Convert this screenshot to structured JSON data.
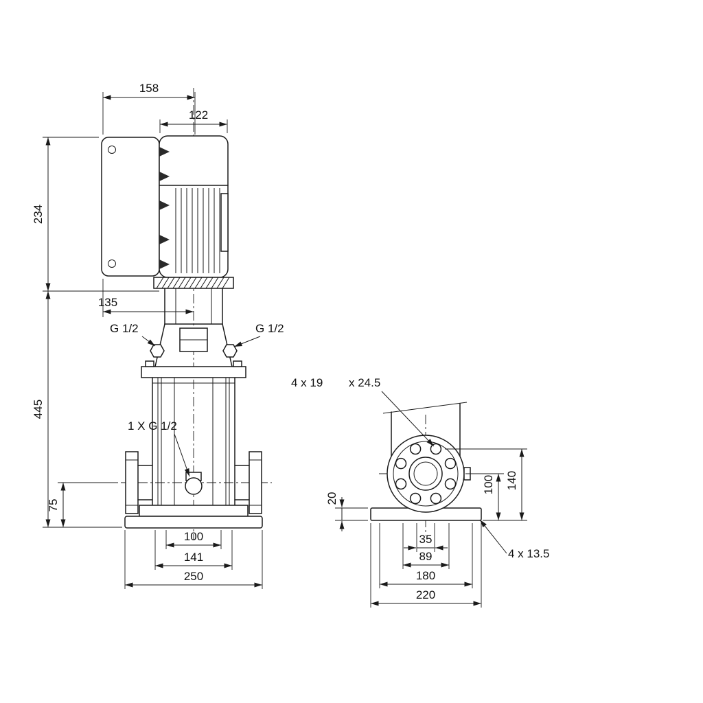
{
  "front_view": {
    "dims": {
      "box_width_top": "158",
      "motor_width": "122",
      "motor_height": "234",
      "head_offset": "135",
      "pump_height": "445",
      "port_height": "75",
      "base_inner_width": "100",
      "base_mid_width": "141",
      "base_outer_width": "250"
    },
    "labels": {
      "port_left": "G 1/2",
      "port_right": "G 1/2",
      "drain_port": "1 X G 1/2"
    }
  },
  "side_view": {
    "dims": {
      "base_plate_height": "20",
      "port_center_height": "100",
      "flange_bolt_height": "140",
      "slot_width": "35",
      "slot_pitch": "89",
      "foot_width": "180",
      "base_width": "220"
    },
    "labels": {
      "flange_holes_a": "4 x 19",
      "flange_holes_b": "x 24.5",
      "base_holes": "4  x 13.5"
    }
  }
}
